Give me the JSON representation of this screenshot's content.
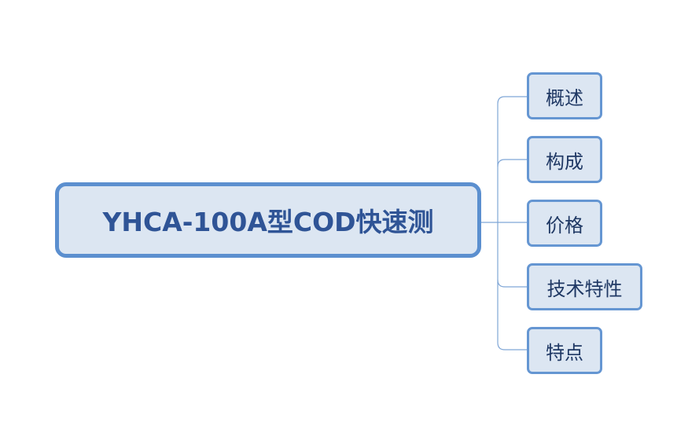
{
  "mindmap": {
    "root": {
      "label": "YHCA-100A型COD快速测"
    },
    "children": [
      {
        "label": "概述"
      },
      {
        "label": "构成"
      },
      {
        "label": "价格"
      },
      {
        "label": "技术特性"
      },
      {
        "label": "特点"
      }
    ]
  },
  "colors": {
    "node_fill": "#dce6f2",
    "root_border": "#5b8fcf",
    "child_border": "#6596d2",
    "root_text": "#2f5496",
    "child_text": "#1f3864",
    "connector": "#7fa6d6"
  }
}
